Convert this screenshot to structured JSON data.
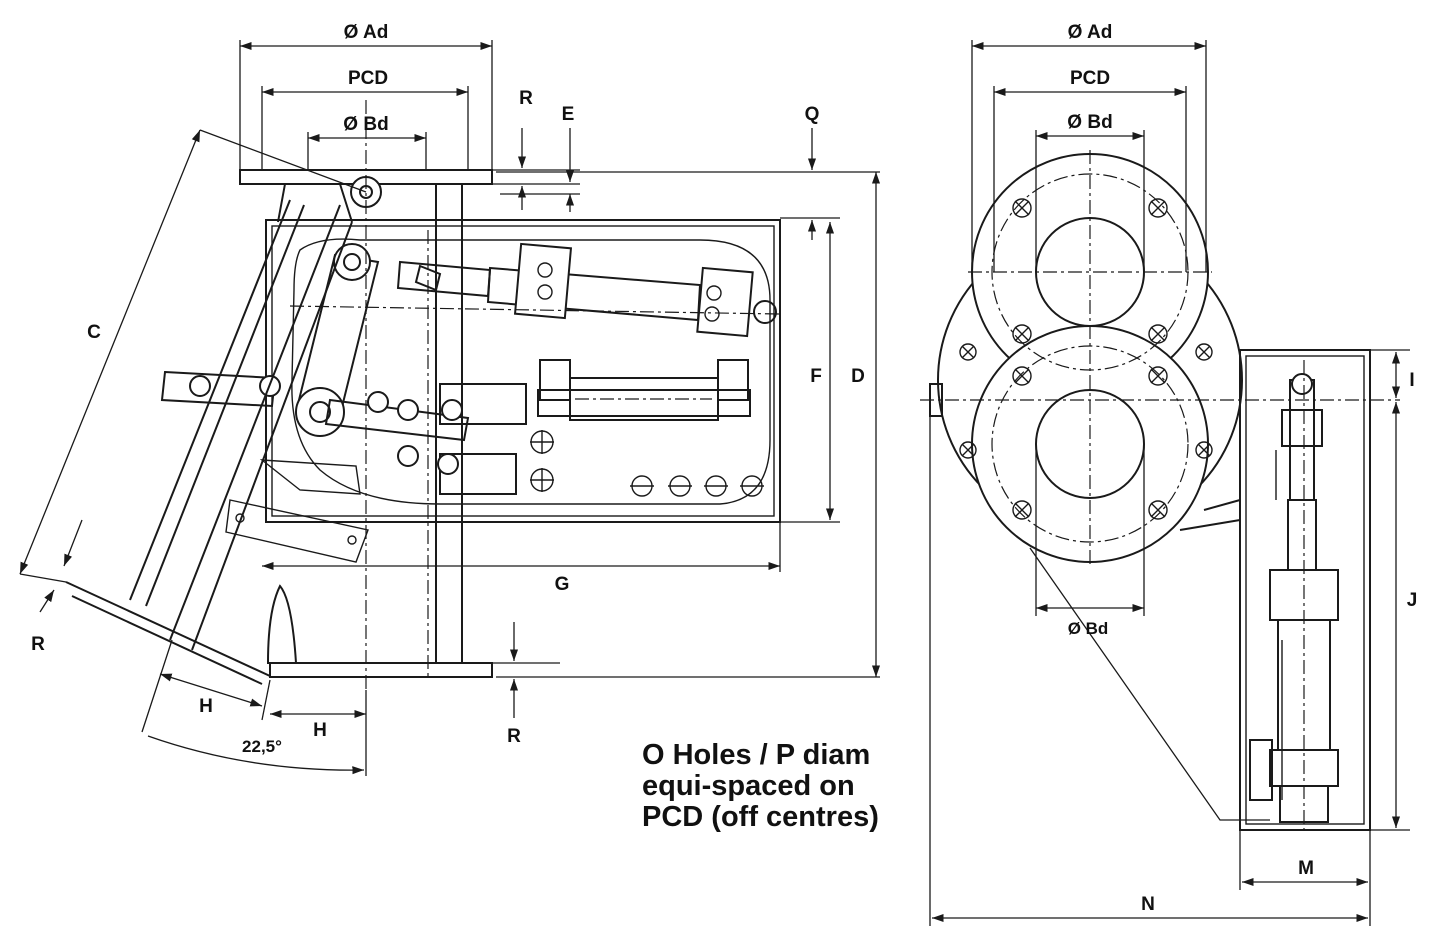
{
  "labels": {
    "ad": "Ø Ad",
    "pcd": "PCD",
    "bd": "Ø Bd",
    "r": "R",
    "e": "E",
    "q": "Q",
    "c": "C",
    "d": "D",
    "f": "F",
    "g": "G",
    "h": "H",
    "angle": "22,5°",
    "i": "I",
    "j": "J",
    "m": "M",
    "n": "N"
  },
  "note": {
    "line1": "O Holes / P diam",
    "line2": "equi-spaced on",
    "line3": "PCD (off centres)"
  }
}
